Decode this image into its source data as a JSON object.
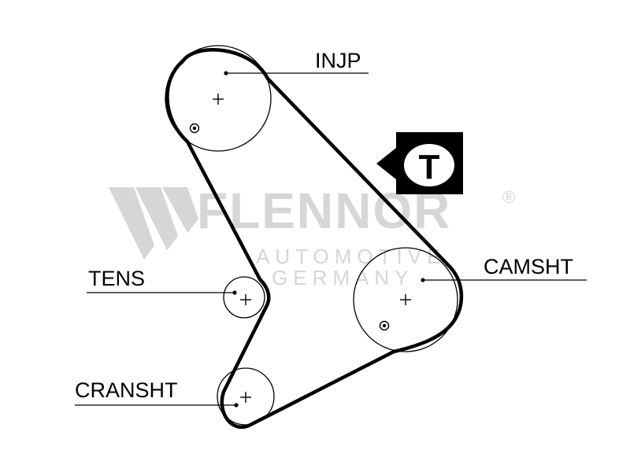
{
  "labels": {
    "injp": "INJP",
    "tens": "TENS",
    "camsht": "CAMSHT",
    "cranksht": "CRANSHT"
  },
  "tension_symbol": "T",
  "watermark": {
    "brand": "FLENNOR",
    "line1": "AUTOMOTIVE",
    "line2": "GERMANY",
    "mark": "®"
  },
  "colors": {
    "ink": "#000000",
    "watermark": "#d6d6d6"
  },
  "icons": [
    "center-cross-icon",
    "timing-mark-icon",
    "tension-symbol-icon",
    "flennor-logo-icon"
  ]
}
